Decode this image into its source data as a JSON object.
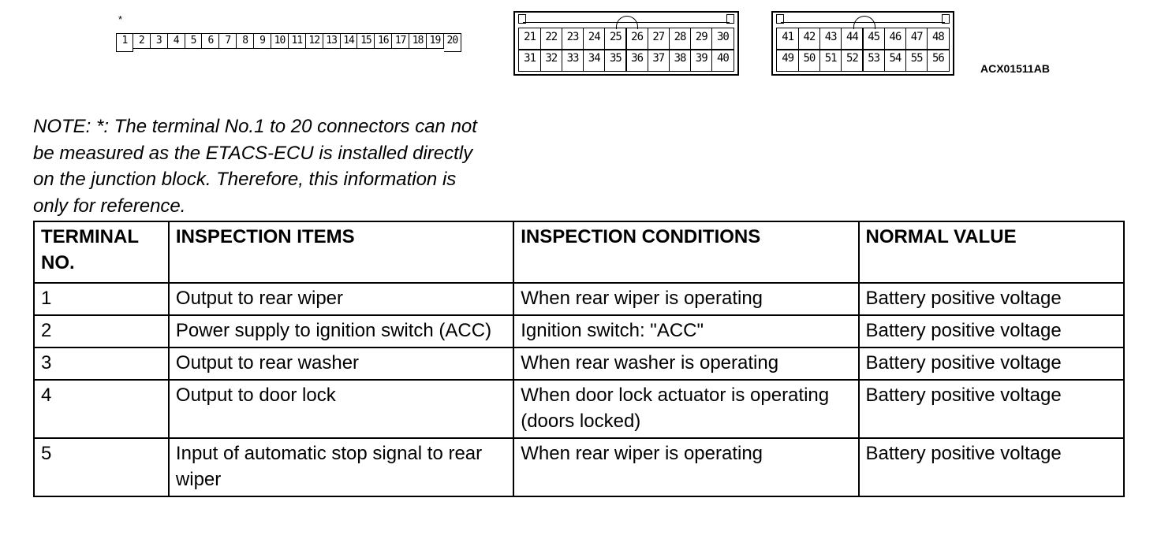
{
  "diagram": {
    "marker": "*",
    "connector_a_pins": [
      "1",
      "2",
      "3",
      "4",
      "5",
      "6",
      "7",
      "8",
      "9",
      "10",
      "11",
      "12",
      "13",
      "14",
      "15",
      "16",
      "17",
      "18",
      "19",
      "20"
    ],
    "connector_b_pins": [
      "21",
      "22",
      "23",
      "24",
      "25",
      "26",
      "27",
      "28",
      "29",
      "30",
      "31",
      "32",
      "33",
      "34",
      "35",
      "36",
      "37",
      "38",
      "39",
      "40"
    ],
    "connector_c_pins": [
      "41",
      "42",
      "43",
      "44",
      "45",
      "46",
      "47",
      "48",
      "49",
      "50",
      "51",
      "52",
      "53",
      "54",
      "55",
      "56"
    ],
    "figure_code": "ACX01511AB"
  },
  "note": {
    "lines": [
      "NOTE: *: The terminal No.1 to 20 connectors can not",
      "be measured as the ETACS-ECU is installed directly",
      "on the junction block. Therefore, this information is",
      "only for reference."
    ]
  },
  "table": {
    "headers": [
      "TERMINAL NO.",
      "INSPECTION ITEMS",
      "INSPECTION CONDITIONS",
      "NORMAL VALUE"
    ],
    "rows": [
      [
        "1",
        "Output to rear wiper",
        "When rear wiper is operating",
        "Battery positive voltage"
      ],
      [
        "2",
        "Power supply to ignition switch (ACC)",
        "Ignition switch: \"ACC\"",
        "Battery positive voltage"
      ],
      [
        "3",
        "Output to rear washer",
        "When rear washer is operating",
        "Battery positive voltage"
      ],
      [
        "4",
        "Output to door lock",
        "When door lock actuator is operating (doors locked)",
        "Battery positive voltage"
      ],
      [
        "5",
        "Input of automatic stop signal to rear wiper",
        "When rear wiper is operating",
        "Battery positive voltage"
      ]
    ]
  }
}
